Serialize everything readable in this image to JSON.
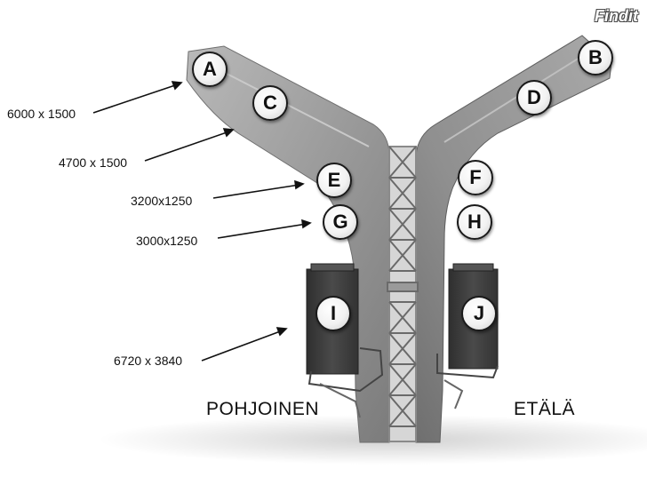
{
  "logo": {
    "text": "Findit"
  },
  "dimensions": [
    {
      "id": "ab",
      "text": "6000 x 1500"
    },
    {
      "id": "cd",
      "text": "4700 x 1500"
    },
    {
      "id": "ef",
      "text": "3200x1250"
    },
    {
      "id": "gh",
      "text": "3000x1250"
    },
    {
      "id": "ij",
      "text": "6720 x 3840"
    }
  ],
  "markers": [
    "A",
    "B",
    "C",
    "D",
    "E",
    "F",
    "G",
    "H",
    "I",
    "J"
  ],
  "sides": {
    "north": "POHJOINEN",
    "south": "ETÄLÄ"
  },
  "colors": {
    "structure": "#8c8c8c",
    "panel": "#3e3e3e",
    "lattice": "#c8c8c8",
    "background": "#ffffff"
  }
}
